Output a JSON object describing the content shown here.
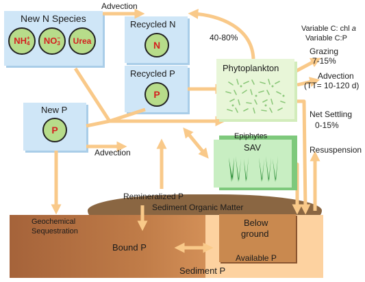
{
  "new_n": {
    "title": "New N Species",
    "nh4": "NH",
    "nh4_sub": "4",
    "nh4_sup": "+",
    "no3": "NO",
    "no3_sub": "3",
    "no3_sup": "−",
    "urea": "Urea"
  },
  "recycled_n": {
    "title": "Recycled N",
    "symbol": "N"
  },
  "recycled_p": {
    "title": "Recycled P",
    "symbol": "P"
  },
  "new_p": {
    "title": "New P",
    "symbol": "P"
  },
  "phytoplankton": {
    "title": "Phytoplankton"
  },
  "epiphytes": "Epiphytes",
  "sav": "SAV",
  "labels": {
    "advection_top": "Advection",
    "advection_mid": "Advection",
    "advection_right": "Advection",
    "tt": "(TT= 10-120 d)",
    "pct_40_80": "40-80%",
    "variable_c": "Variable C: chl ",
    "variable_c_italic": "a",
    "variable_cp": "Variable C:P",
    "grazing": "Grazing",
    "grazing_pct": "7-15%",
    "net_settling": "Net Settling",
    "net_settling_pct": "0-15%",
    "resuspension": "Resuspension",
    "remineralized": "Remineralized P",
    "sediment_organic": "Sediment Organic Matter",
    "geochem1": "Geochemical",
    "geochem2": "Sequestration",
    "bound_p": "Bound P",
    "below1": "Below",
    "below2": "ground",
    "available_p": "Available P",
    "sediment_p": "Sediment P"
  },
  "colors": {
    "arrow": "#f9c989",
    "box": "#cfe6f7",
    "circle": "#b7dc8a",
    "symbol": "#d42020"
  }
}
